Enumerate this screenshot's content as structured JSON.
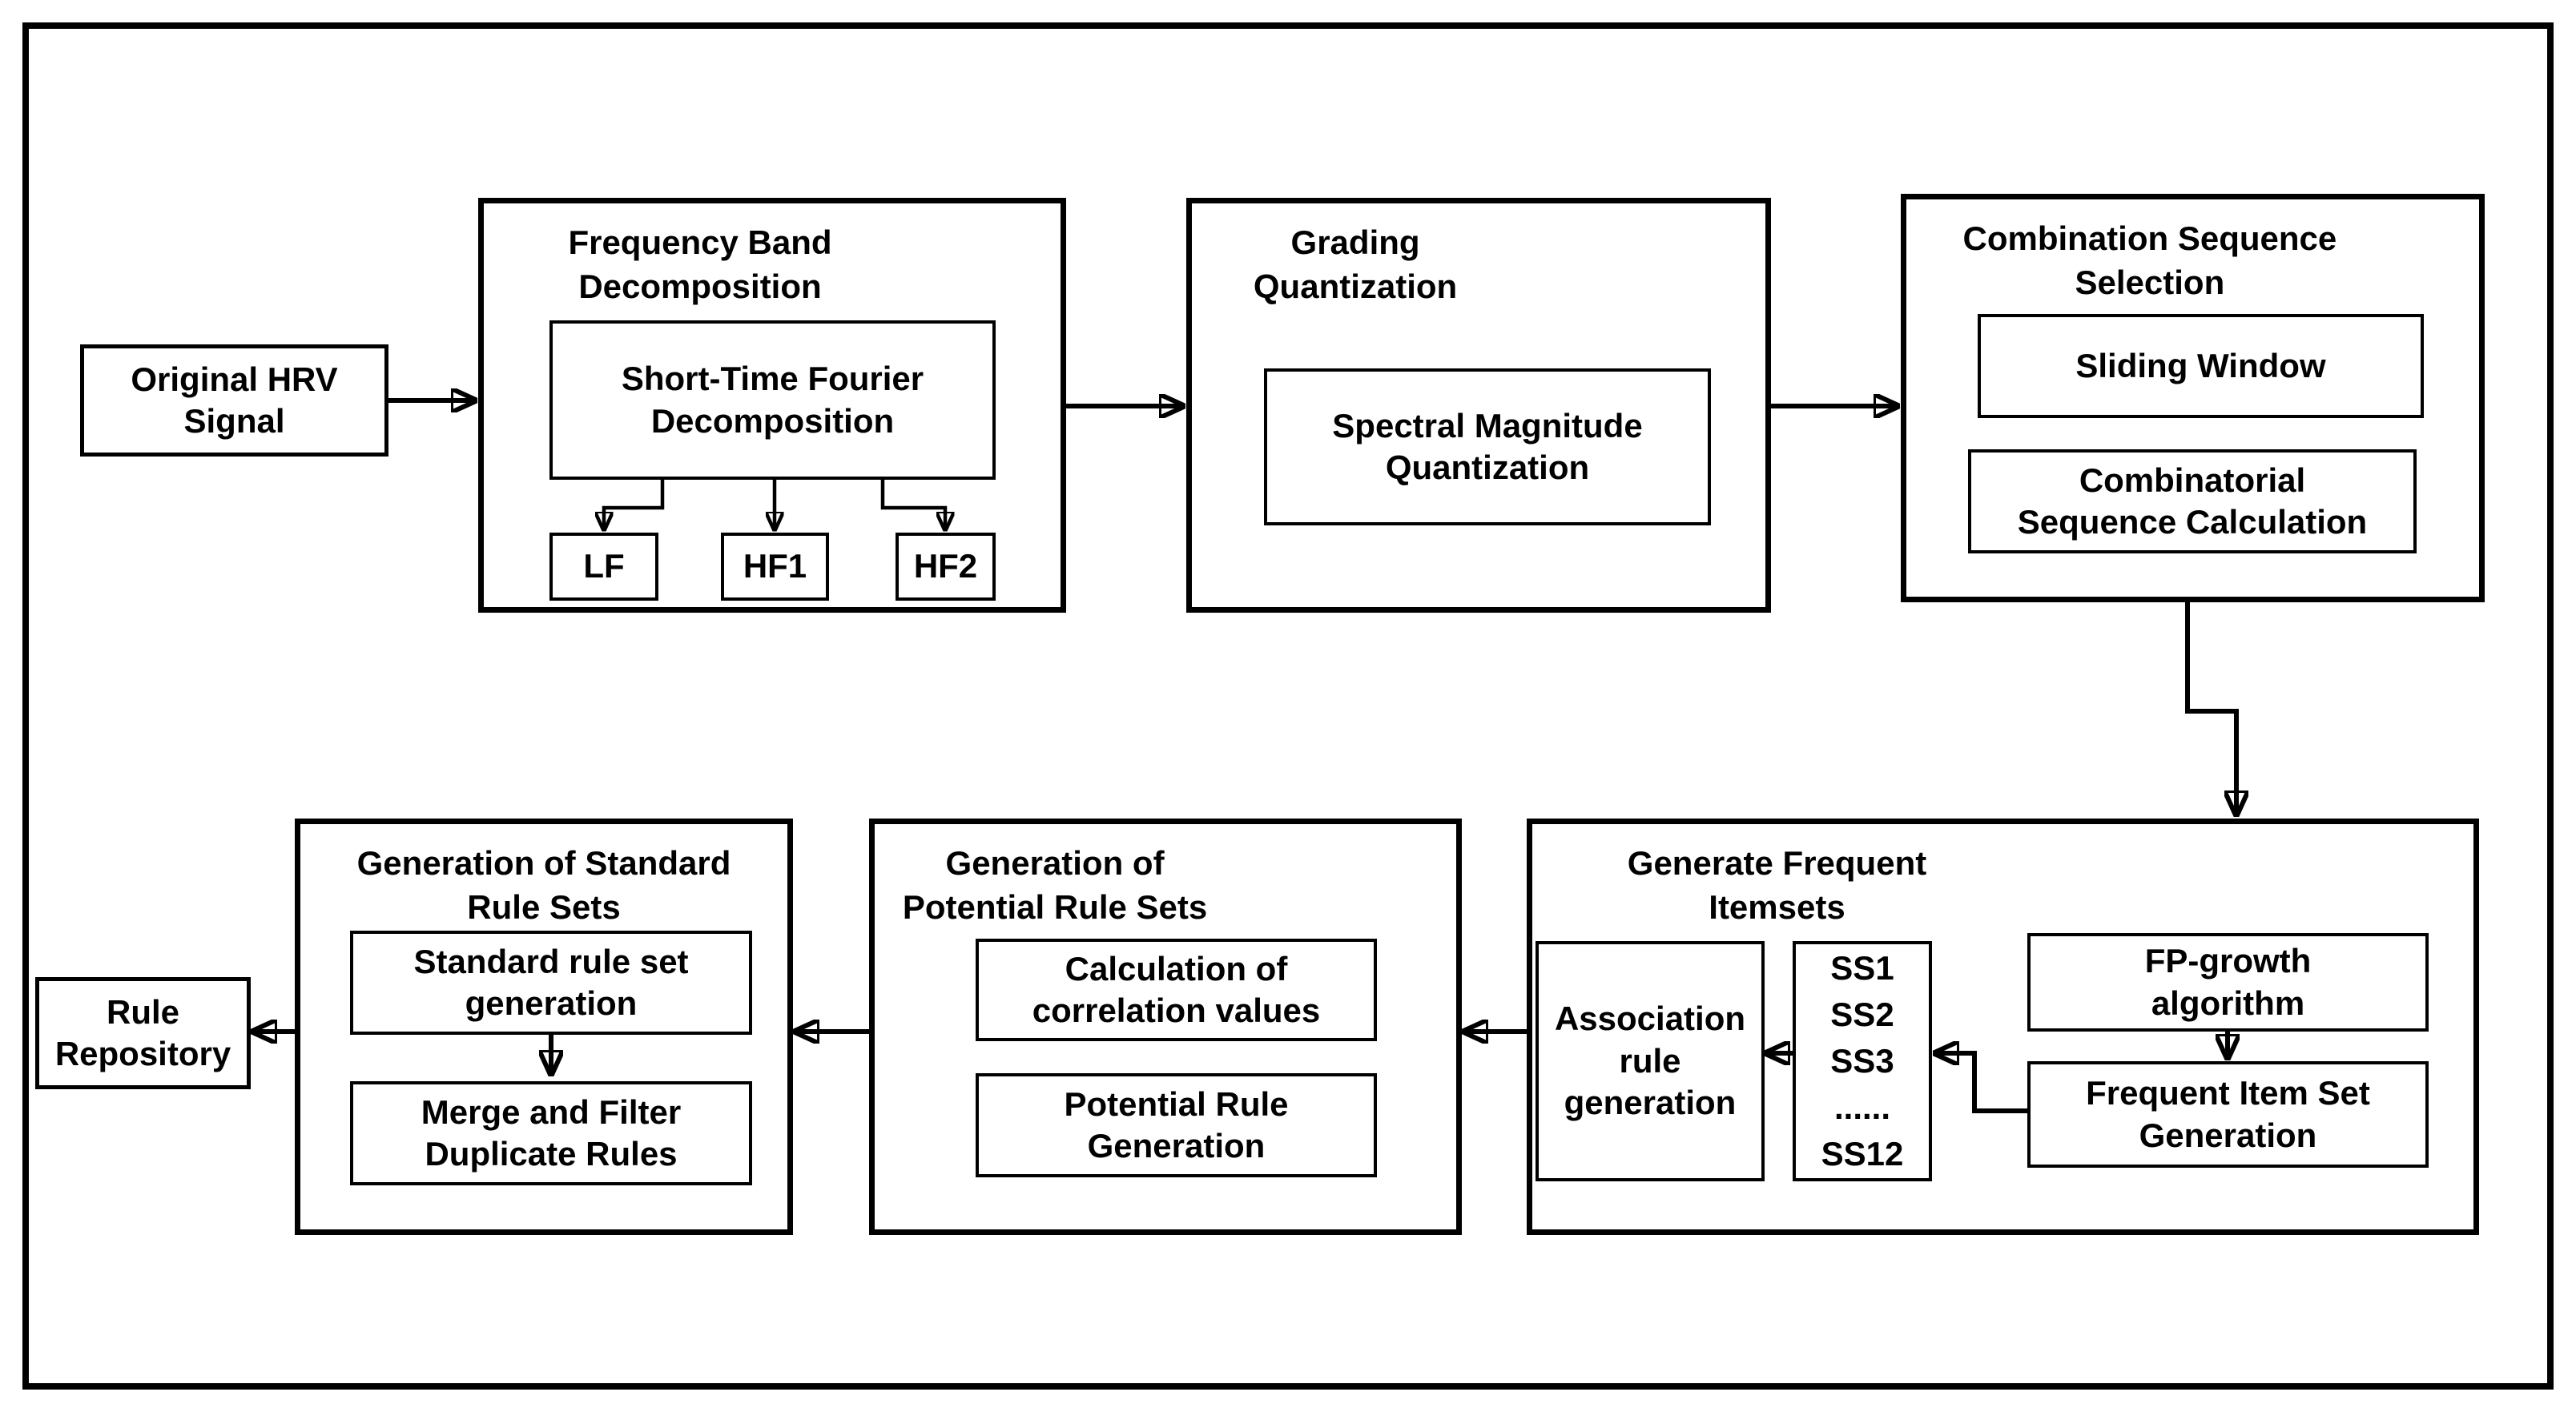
{
  "diagram": {
    "colors": {
      "line": "#000000",
      "text": "#000000",
      "background": "#ffffff"
    },
    "nodes": {
      "original_hrv": {
        "label": "Original HRV\nSignal"
      },
      "frequency_band": {
        "title": "Frequency Band\nDecomposition",
        "stft": {
          "label": "Short-Time Fourier\nDecomposition"
        },
        "lf": {
          "label": "LF"
        },
        "hf1": {
          "label": "HF1"
        },
        "hf2": {
          "label": "HF2"
        }
      },
      "grading": {
        "title": "Grading\nQuantization",
        "smq": {
          "label": "Spectral Magnitude\nQuantization"
        }
      },
      "combination": {
        "title": "Combination Sequence\nSelection",
        "sliding_window": {
          "label": "Sliding Window"
        },
        "comb_seq_calc": {
          "label": "Combinatorial\nSequence Calculation"
        }
      },
      "generate_frequent": {
        "title": "Generate Frequent\nItemsets",
        "association": {
          "label": "Association\nrule\ngeneration"
        },
        "subsequences": {
          "label": "SS1\nSS2\nSS3\n......\nSS12"
        },
        "fp_growth": {
          "label": "FP-growth\nalgorithm"
        },
        "frequent_itemset": {
          "label": "Frequent Item Set\nGeneration"
        }
      },
      "potential_rules": {
        "title": "Generation of\nPotential Rule Sets",
        "correlation": {
          "label": "Calculation of\ncorrelation values"
        },
        "potential_rule_gen": {
          "label": "Potential Rule\nGeneration"
        }
      },
      "standard_rules": {
        "title": "Generation of Standard\nRule Sets",
        "std_rule_gen": {
          "label": "Standard rule set\ngeneration"
        },
        "merge_filter": {
          "label": "Merge and Filter\nDuplicate Rules"
        }
      },
      "rule_repository": {
        "label": "Rule\nRepository"
      }
    },
    "connections": [
      {
        "from": "original_hrv",
        "to": "frequency_band"
      },
      {
        "from": "frequency_band",
        "to": "grading"
      },
      {
        "from": "grading",
        "to": "combination"
      },
      {
        "from": "combination",
        "to": "generate_frequent"
      },
      {
        "from": "stft",
        "to": "lf"
      },
      {
        "from": "stft",
        "to": "hf1"
      },
      {
        "from": "stft",
        "to": "hf2"
      },
      {
        "from": "fp_growth",
        "to": "frequent_itemset"
      },
      {
        "from": "frequent_itemset",
        "to": "subsequences"
      },
      {
        "from": "subsequences",
        "to": "association"
      },
      {
        "from": "generate_frequent",
        "to": "potential_rules"
      },
      {
        "from": "potential_rules",
        "to": "standard_rules"
      },
      {
        "from": "std_rule_gen",
        "to": "merge_filter"
      },
      {
        "from": "standard_rules",
        "to": "rule_repository"
      }
    ]
  }
}
